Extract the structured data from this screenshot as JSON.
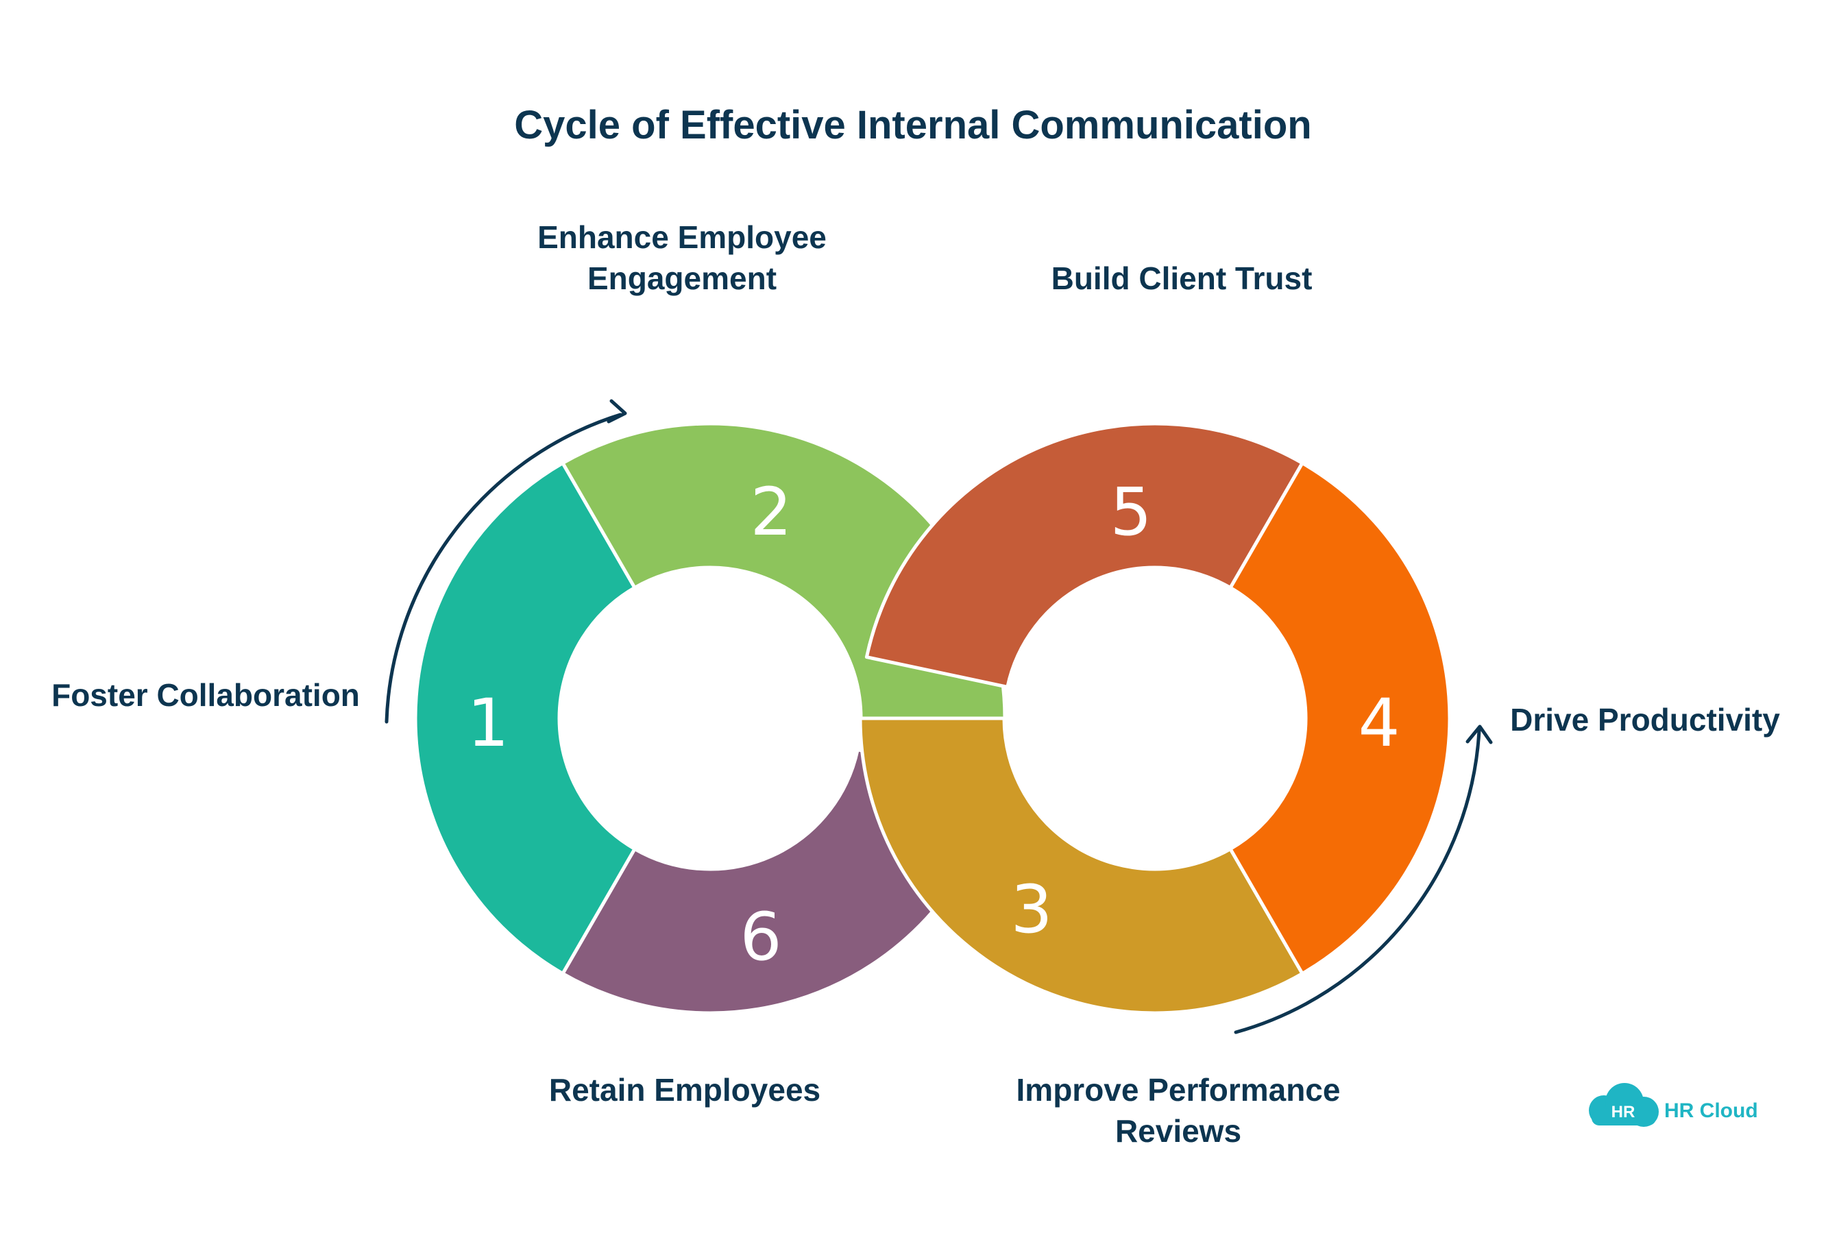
{
  "title": "Cycle of Effective Internal Communication",
  "steps": [
    {
      "number": "1",
      "label_lines": [
        "Foster Collaboration"
      ],
      "color": "#1cb89c"
    },
    {
      "number": "2",
      "label_lines": [
        "Enhance Employee",
        "Engagement"
      ],
      "color": "#8dc45c"
    },
    {
      "number": "3",
      "label_lines": [
        "Improve Performance",
        "Reviews"
      ],
      "color": "#cf9a27"
    },
    {
      "number": "4",
      "label_lines": [
        "Drive Productivity"
      ],
      "color": "#f56c05"
    },
    {
      "number": "5",
      "label_lines": [
        "Build Client Trust"
      ],
      "color": "#c55c38"
    },
    {
      "number": "6",
      "label_lines": [
        "Retain Employees"
      ],
      "color": "#885d7d"
    }
  ],
  "logo": {
    "badge": "HR",
    "text": "HR Cloud",
    "color": "#1fb5c4"
  },
  "icons": {
    "arrows": "curved-arrow-icon"
  }
}
